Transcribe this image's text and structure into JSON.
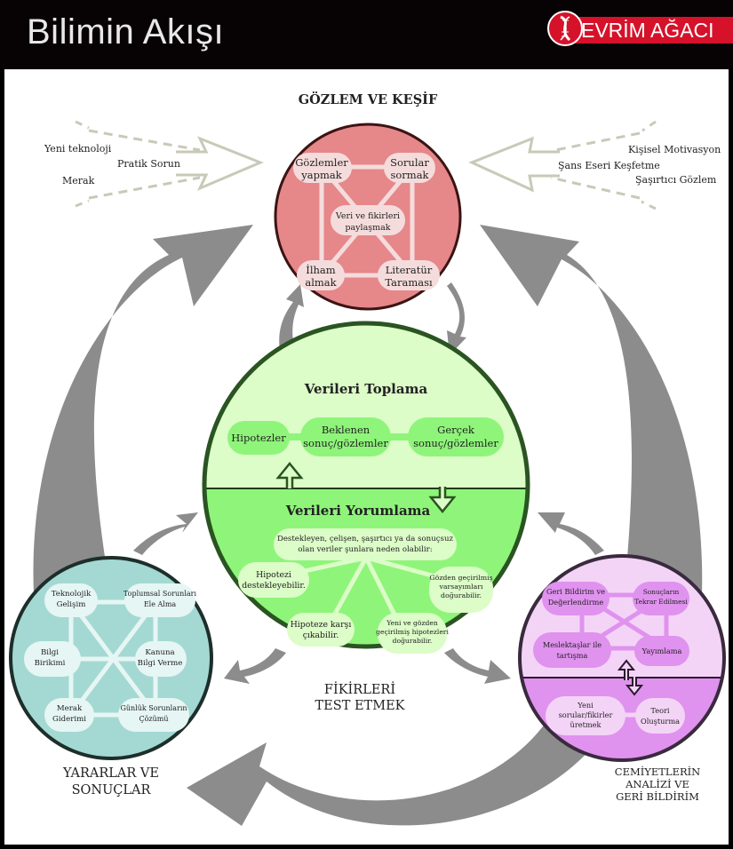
{
  "header": {
    "title": "Bilimin Akışı",
    "logo_text": "EVRİM AĞACI",
    "brand_color": "#d5122a"
  },
  "colors": {
    "observation": "#e6878a",
    "testing_top": "#dcfcc8",
    "testing_bottom": "#8ff57a",
    "benefits": "#a4d9d3",
    "community_top": "#f3d4f6",
    "community_bottom": "#e092ef",
    "arrow_gray": "#8c8c8c"
  },
  "inputs_left": {
    "items": [
      "Yeni teknoloji",
      "Pratik Sorun",
      "Merak"
    ]
  },
  "inputs_right": {
    "items": [
      "Kişisel Motivasyon",
      "Şans Eseri Keşfetme",
      "Şaşırtıcı Gözlem"
    ]
  },
  "observation": {
    "title": "GÖZLEM VE KEŞİF",
    "nodes": {
      "observe": [
        "Gözlemler",
        "yapmak"
      ],
      "ask": [
        "Sorular",
        "sormak"
      ],
      "share": [
        "Veri ve fikirleri",
        "paylaşmak"
      ],
      "inspire": [
        "İlham",
        "almak"
      ],
      "literature": [
        "Literatür",
        "Taraması"
      ]
    }
  },
  "testing": {
    "title": [
      "FİKİRLERİ",
      "TEST ETMEK"
    ],
    "gather": {
      "heading": "Verileri Toplama",
      "nodes": {
        "hypotheses": [
          "Hipotezler"
        ],
        "expected": [
          "Beklenen",
          "sonuç/gözlemler"
        ],
        "actual": [
          "Gerçek",
          "sonuç/gözlemler"
        ]
      }
    },
    "interpret": {
      "heading": "Verileri Yorumlama",
      "root": [
        "Destekleyen, çelişen, şaşırtıcı ya da sonuçsuz",
        "olan veriler şunlara neden olabilir:"
      ],
      "nodes": {
        "support": [
          "Hipotezi",
          "destekleyebilir."
        ],
        "revised_assumptions": [
          "Gözden geçirilmiş",
          "varsayımları",
          "doğurabilir."
        ],
        "oppose": [
          "Hipoteze karşı",
          "çıkabilir."
        ],
        "new_hypotheses": [
          "Yeni ve gözden",
          "geçirilmiş hipotezleri",
          "doğurabilir."
        ]
      }
    }
  },
  "benefits": {
    "title": [
      "YARARLAR VE",
      "SONUÇLAR"
    ],
    "nodes": {
      "tech": [
        "Teknolojik",
        "Gelişim"
      ],
      "social": [
        "Toplumsal Sorunları",
        "Ele Alma"
      ],
      "knowledge": [
        "Bilgi",
        "Birikimi"
      ],
      "law": [
        "Kanuna",
        "Bilgi Verme"
      ],
      "curiosity": [
        "Merak",
        "Giderimi"
      ],
      "daily": [
        "Günlük Sorunların",
        "Çözümü"
      ]
    }
  },
  "community": {
    "title": [
      "CEMİYETLERİN",
      "ANALİZİ VE",
      "GERİ BİLDİRİM"
    ],
    "nodes": {
      "feedback": [
        "Geri Bildirim ve",
        "Değerlendirme"
      ],
      "replicate": [
        "Sonuçların",
        "Tekrar Edilmesi"
      ],
      "discuss": [
        "Meslektaşlar ile",
        "tartışma"
      ],
      "publish": [
        "Yayımlama"
      ],
      "new_questions": [
        "Yeni",
        "sorular/fikirler",
        "üretmek"
      ],
      "theory": [
        "Teori",
        "Oluşturma"
      ]
    }
  }
}
